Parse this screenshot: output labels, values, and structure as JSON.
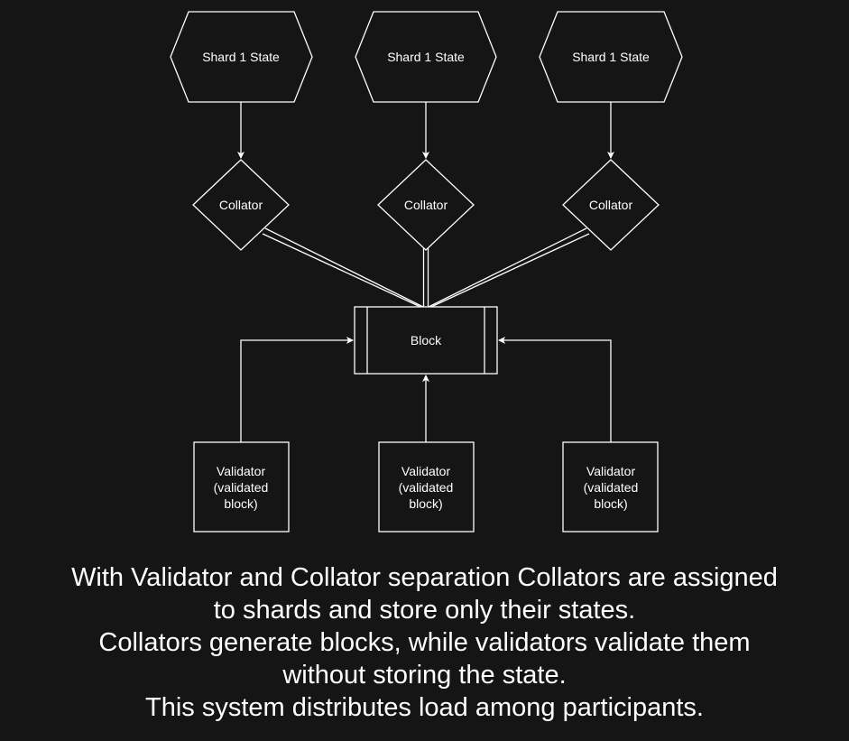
{
  "colors": {
    "background": "#151515",
    "foreground": "#ffffff"
  },
  "diagram": {
    "states": [
      {
        "label": "Shard 1 State"
      },
      {
        "label": "Shard 1 State"
      },
      {
        "label": "Shard 1 State"
      }
    ],
    "collators": [
      {
        "label": "Collator"
      },
      {
        "label": "Collator"
      },
      {
        "label": "Collator"
      }
    ],
    "block": {
      "label": "Block"
    },
    "validators": [
      {
        "lines": [
          "Validator",
          "(validated",
          "block)"
        ]
      },
      {
        "lines": [
          "Validator",
          "(validated",
          "block)"
        ]
      },
      {
        "lines": [
          "Validator",
          "(validated",
          "block)"
        ]
      }
    ]
  },
  "caption": {
    "lines": [
      "With Validator and Collator separation Collators are assigned",
      "to shards and store only their states.",
      "Collators generate blocks, while validators validate them",
      "without storing the state.",
      "This system distributes load among participants."
    ]
  }
}
